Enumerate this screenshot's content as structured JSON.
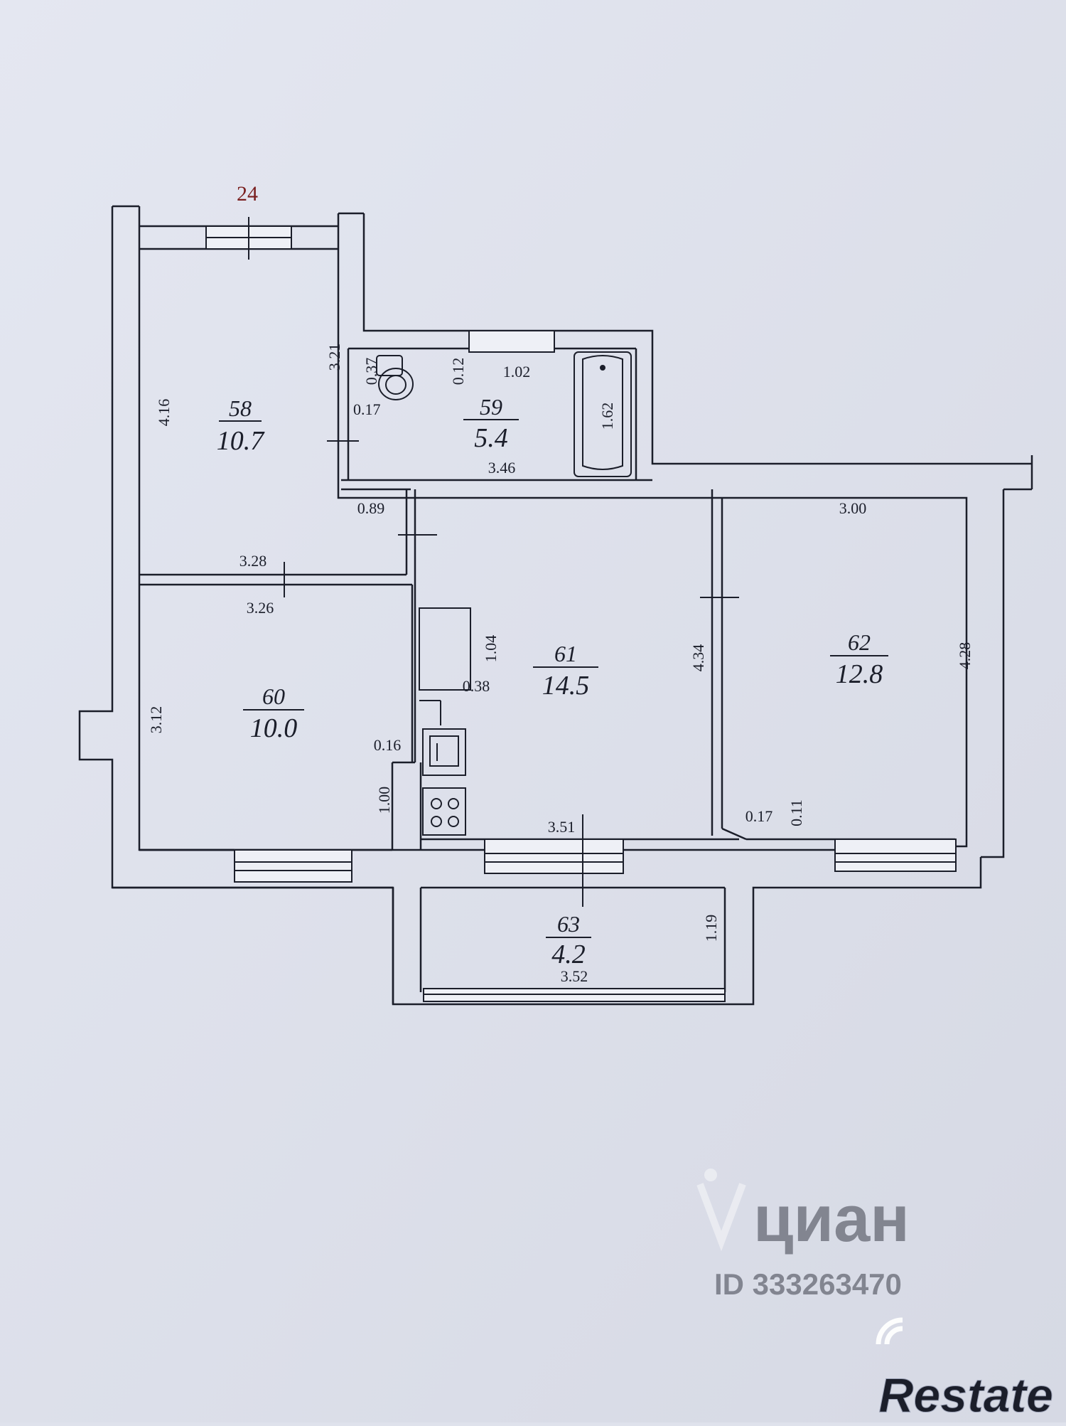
{
  "plan": {
    "axis_label": "24",
    "rooms": [
      {
        "id": "58",
        "area": "10.7"
      },
      {
        "id": "59",
        "area": "5.4"
      },
      {
        "id": "60",
        "area": "10.0"
      },
      {
        "id": "61",
        "area": "14.5"
      },
      {
        "id": "62",
        "area": "12.8"
      },
      {
        "id": "63",
        "area": "4.2"
      }
    ],
    "dimensions": {
      "r58_height": "4.16",
      "r58_width": "3.28",
      "bath_left_height": "3.21",
      "wc_a": "0.37",
      "wc_b": "0.17",
      "bath_gap": "0.12",
      "bath_width_top": "1.02",
      "tub_length": "1.62",
      "bath_width": "3.46",
      "corridor_gap": "0.89",
      "r60_width": "3.26",
      "r60_height": "3.12",
      "kitchen_unit": "1.04",
      "kitchen_gap": "0.38",
      "sink_gap": "0.16",
      "stove_width": "1.00",
      "r61_width": "3.51",
      "r61_height": "4.34",
      "r62_width": "3.00",
      "r62_height": "4.28",
      "r62_gap_a": "0.17",
      "r62_gap_b": "0.11",
      "r63_height": "1.19",
      "r63_width": "3.52"
    }
  },
  "watermark": {
    "brand": "циан",
    "id_text": "ID 333263470",
    "logo": "Restate"
  },
  "colors": {
    "paper": "#dfe2ec",
    "wall": "#1b1e2a",
    "axis": "#7a1f1f"
  }
}
